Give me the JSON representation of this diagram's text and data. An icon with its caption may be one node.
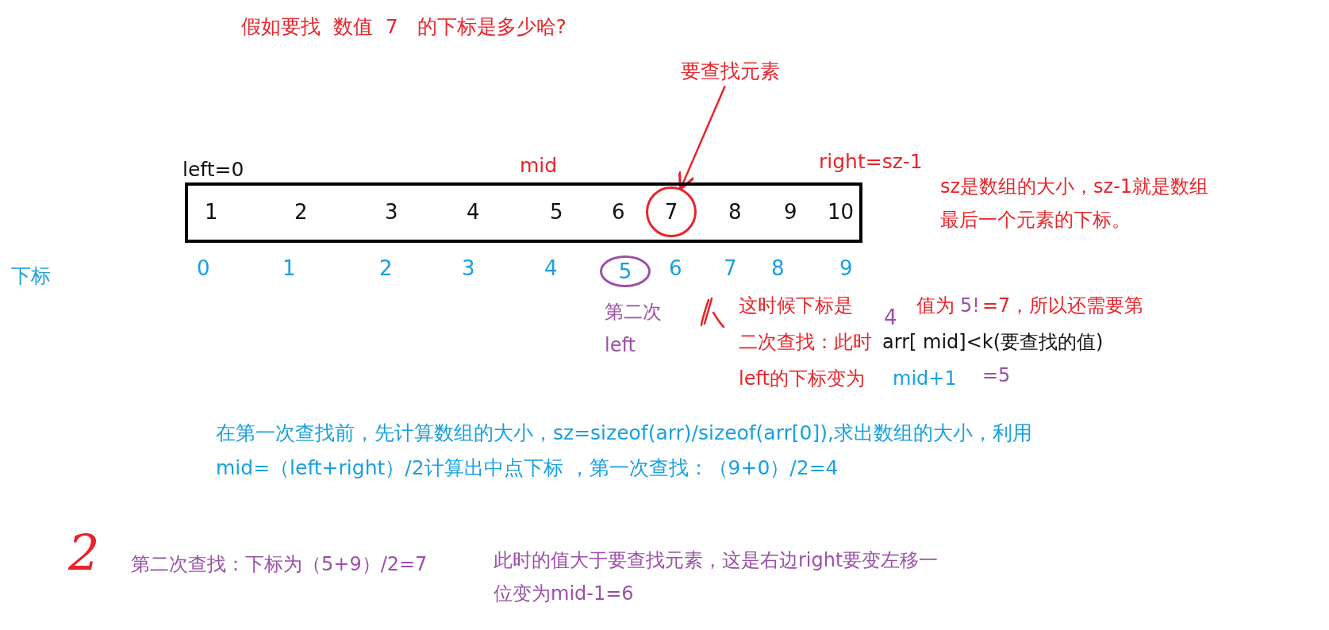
{
  "diagram": {
    "title": "假如要找  数值  7   的下标是多少哈?",
    "nodes": [
      {
        "text": [
          "要查找元素"
        ]
      },
      {
        "text": [
          "1",
          "2",
          "3",
          "4",
          "5",
          "6",
          "8",
          "9",
          "10"
        ]
      },
      {
        "text": [
          "7"
        ],
        "in": 1
      },
      {
        "text": [
          "5"
        ]
      }
    ],
    "edges": [
      {
        "from": 0,
        "to": 2,
        "arrow": "to",
        "color": "#e8242a"
      }
    ],
    "labels": [
      "left=0",
      "mid",
      "right=sz-1",
      "sz是数组的大小，sz-1就是数组最后一个元素的下标。",
      "下标",
      "0",
      "1",
      "2",
      "3",
      "4",
      "6",
      "7",
      "8",
      "9",
      "第二次 left",
      "这时候下标是",
      "4",
      "值为",
      "5!",
      "=7，所以还需要第",
      "二次查找：此时",
      "arr[ mid]<k(要查找的值)",
      "left的下标变为",
      "mid+1",
      "=5",
      "在第一次查找前，先计算数组的大小，sz=sizeof(arr)/sizeof(arr[0]),求出数组的大小，利用mid=（left+right）/2计算出中点下标 ，第一次查找：（9+0）/2=4",
      "2",
      "第二次查找：下标为（5+9）/2=7",
      "此时的值大于要查找元素，这是右边right要变左移一位变为mid-1=6"
    ]
  }
}
